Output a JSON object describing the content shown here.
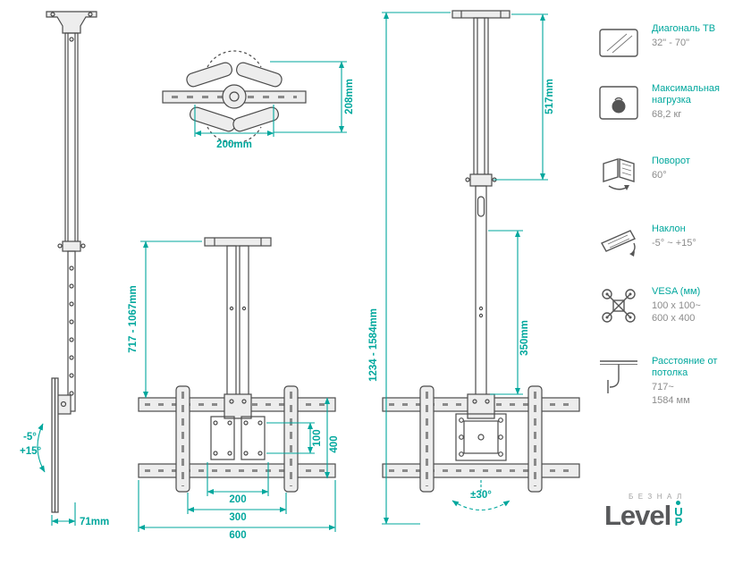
{
  "colors": {
    "accent": "#00A79D",
    "drawing": "#4B4B4B",
    "value_text": "#8B8B8B"
  },
  "side_view": {
    "tilt_up": "-5°",
    "tilt_down": "+15°",
    "depth": "71mm"
  },
  "top_view": {
    "depth": "208mm",
    "width": "200mm"
  },
  "front_view": {
    "ceiling_to_tv": "717 - 1067mm",
    "vesa_v_min": "100",
    "vesa_v_max": "400",
    "vesa_width": "200",
    "arm_span": "300",
    "rail_width": "600"
  },
  "extended_view": {
    "upper_section": "517mm",
    "total_height": "1234 - 1584mm",
    "lower_section": "350mm",
    "swivel": "±30°"
  },
  "specs": [
    {
      "title": "Диагональ ТВ",
      "value": "32\" - 70\""
    },
    {
      "title": "Максимальная нагрузка",
      "value": "68,2 кг"
    },
    {
      "title": "Поворот",
      "value": "60°"
    },
    {
      "title": "Наклон",
      "value": "-5° ~ +15°"
    },
    {
      "title": "VESA (мм)",
      "value": "100 x 100~\n600 x 400"
    },
    {
      "title": "Расстояние от потолка",
      "value": "717~\n1584 мм"
    }
  ],
  "logo": {
    "tagline": "БЕЗНАЛ",
    "brand": "Level",
    "suffix_top": "U",
    "suffix_bottom": "P"
  }
}
